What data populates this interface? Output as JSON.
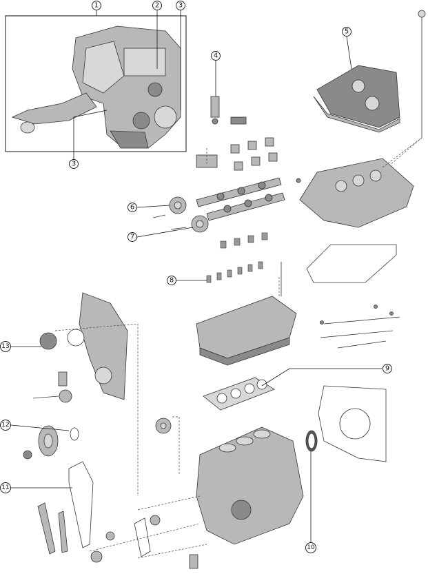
{
  "title": "",
  "callouts": [
    {
      "id": "c1",
      "label": "1"
    },
    {
      "id": "c2",
      "label": "2"
    },
    {
      "id": "c3a",
      "label": "3"
    },
    {
      "id": "c3b",
      "label": "3"
    },
    {
      "id": "c4",
      "label": "4"
    },
    {
      "id": "c5",
      "label": "5"
    },
    {
      "id": "c6",
      "label": "6"
    },
    {
      "id": "c7",
      "label": "7"
    },
    {
      "id": "c8",
      "label": "8"
    },
    {
      "id": "c9",
      "label": "9"
    },
    {
      "id": "c10",
      "label": "10"
    },
    {
      "id": "c11",
      "label": "11"
    },
    {
      "id": "c12",
      "label": "12"
    },
    {
      "id": "c13",
      "label": "13"
    }
  ],
  "colors": {
    "line": "#111111",
    "metal": "#b8b8b8",
    "metal_dark": "#8a8a8a",
    "metal_light": "#d8d8d8"
  }
}
